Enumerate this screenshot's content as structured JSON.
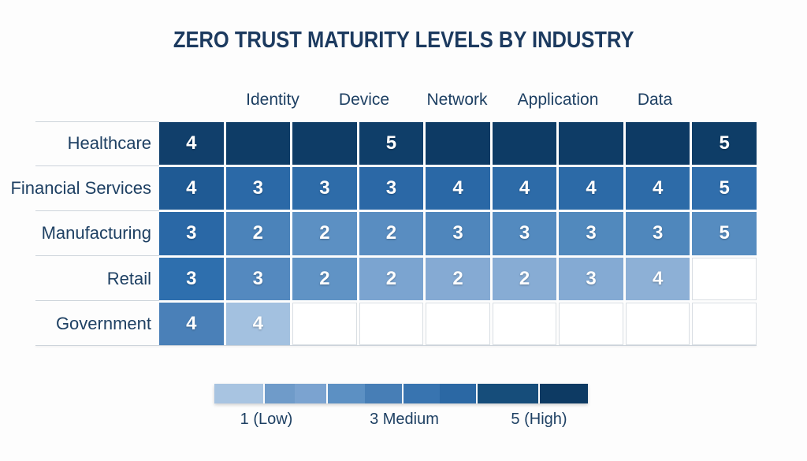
{
  "title": "ZERO TRUST MATURITY LEVELS BY INDUSTRY",
  "columns": [
    "Identity",
    "Device",
    "Network",
    "Application",
    "Data"
  ],
  "rows": [
    {
      "label": "Healthcare",
      "cells": [
        {
          "v": "4",
          "c": "#113f6b"
        },
        {
          "v": "",
          "c": "#0e3c66"
        },
        {
          "v": "",
          "c": "#0e3c66"
        },
        {
          "v": "5",
          "c": "#0f3e69"
        },
        {
          "v": "",
          "c": "#0d3a64"
        },
        {
          "v": "",
          "c": "#0d3b65"
        },
        {
          "v": "",
          "c": "#0e3c66"
        },
        {
          "v": "",
          "c": "#0d3a64"
        },
        {
          "v": "5",
          "c": "#0e3d67"
        }
      ]
    },
    {
      "label": "Financial Services",
      "cells": [
        {
          "v": "4",
          "c": "#1f5a94"
        },
        {
          "v": "3",
          "c": "#2b69a7"
        },
        {
          "v": "3",
          "c": "#2e6ca9"
        },
        {
          "v": "3",
          "c": "#2b68a6"
        },
        {
          "v": "4",
          "c": "#2a68a6"
        },
        {
          "v": "4",
          "c": "#2d6ba8"
        },
        {
          "v": "4",
          "c": "#2c6aa7"
        },
        {
          "v": "4",
          "c": "#2d6ba8"
        },
        {
          "v": "5",
          "c": "#306eac"
        }
      ]
    },
    {
      "label": "Manufacturing",
      "cells": [
        {
          "v": "3",
          "c": "#2a68a6"
        },
        {
          "v": "2",
          "c": "#4b83ba"
        },
        {
          "v": "2",
          "c": "#5c90c3"
        },
        {
          "v": "2",
          "c": "#598dc1"
        },
        {
          "v": "3",
          "c": "#4f86bc"
        },
        {
          "v": "3",
          "c": "#538abf"
        },
        {
          "v": "3",
          "c": "#5189bd"
        },
        {
          "v": "3",
          "c": "#4f87bc"
        },
        {
          "v": "5",
          "c": "#568cc0"
        }
      ]
    },
    {
      "label": "Retail",
      "cells": [
        {
          "v": "3",
          "c": "#2e6fae"
        },
        {
          "v": "3",
          "c": "#5489bf"
        },
        {
          "v": "2",
          "c": "#6093c5"
        },
        {
          "v": "2",
          "c": "#7ba4d0"
        },
        {
          "v": "2",
          "c": "#85aad3"
        },
        {
          "v": "2",
          "c": "#87acd4"
        },
        {
          "v": "3",
          "c": "#84aad3"
        },
        {
          "v": "4",
          "c": "#8db0d6"
        },
        {
          "v": "",
          "c": "#ffffff"
        }
      ]
    },
    {
      "label": "Government",
      "cells": [
        {
          "v": "4",
          "c": "#4a80b8"
        },
        {
          "v": "4",
          "c": "#a3c1e0"
        },
        {
          "v": "",
          "c": "#ffffff"
        },
        {
          "v": "",
          "c": "#ffffff"
        },
        {
          "v": "",
          "c": "#ffffff"
        },
        {
          "v": "",
          "c": "#ffffff"
        },
        {
          "v": "",
          "c": "#ffffff"
        },
        {
          "v": "",
          "c": "#ffffff"
        },
        {
          "v": "",
          "c": "#ffffff"
        }
      ]
    }
  ],
  "legend": {
    "low_label": "1 (Low)",
    "mid_label": "3 Medium",
    "high_label": "5 (High)",
    "swatches": [
      {
        "w": 62,
        "c": "#a8c4e1",
        "gap": true
      },
      {
        "w": 38,
        "c": "#6f9bc9",
        "gap": false
      },
      {
        "w": 40,
        "c": "#7ba3d0",
        "gap": true
      },
      {
        "w": 47,
        "c": "#5c90c3",
        "gap": false
      },
      {
        "w": 47,
        "c": "#477eb6",
        "gap": true
      },
      {
        "w": 46,
        "c": "#3874b0",
        "gap": false
      },
      {
        "w": 46,
        "c": "#2b68a4",
        "gap": true
      },
      {
        "w": 77,
        "c": "#164d7a",
        "gap": true
      },
      {
        "w": 61,
        "c": "#0d3a63",
        "gap": false
      }
    ]
  },
  "colors": {
    "title_text": "#1c3a5f",
    "label_text": "#1e4063",
    "cell_text": "#ffffff",
    "separator_line": "#ccd3da",
    "empty_cell_border": "#d9dee3",
    "background": "#fdfdfd"
  },
  "chart_data": {
    "type": "heatmap",
    "title": "ZERO TRUST MATURITY LEVELS BY INDUSTRY",
    "x_labels": [
      "Identity",
      "Device",
      "Network",
      "Application",
      "Data"
    ],
    "y_labels": [
      "Healthcare",
      "Financial Services",
      "Manufacturing",
      "Retail",
      "Government"
    ],
    "values": [
      [
        4,
        null,
        null,
        5,
        null,
        null,
        null,
        null,
        5
      ],
      [
        4,
        3,
        3,
        3,
        4,
        4,
        4,
        4,
        5
      ],
      [
        3,
        2,
        2,
        2,
        3,
        3,
        3,
        3,
        5
      ],
      [
        3,
        3,
        2,
        2,
        2,
        2,
        3,
        4,
        null
      ],
      [
        4,
        4,
        null,
        null,
        null,
        null,
        null,
        null,
        null
      ]
    ],
    "scale": {
      "min": 1,
      "max": 5,
      "legend_labels": [
        "1 (Low)",
        "3 Medium",
        "5 (High)"
      ]
    },
    "layout": {
      "grid_columns": 9,
      "header_labels": 5,
      "legend_position": "bottom",
      "colormap": "light-blue to dark-navy"
    }
  }
}
